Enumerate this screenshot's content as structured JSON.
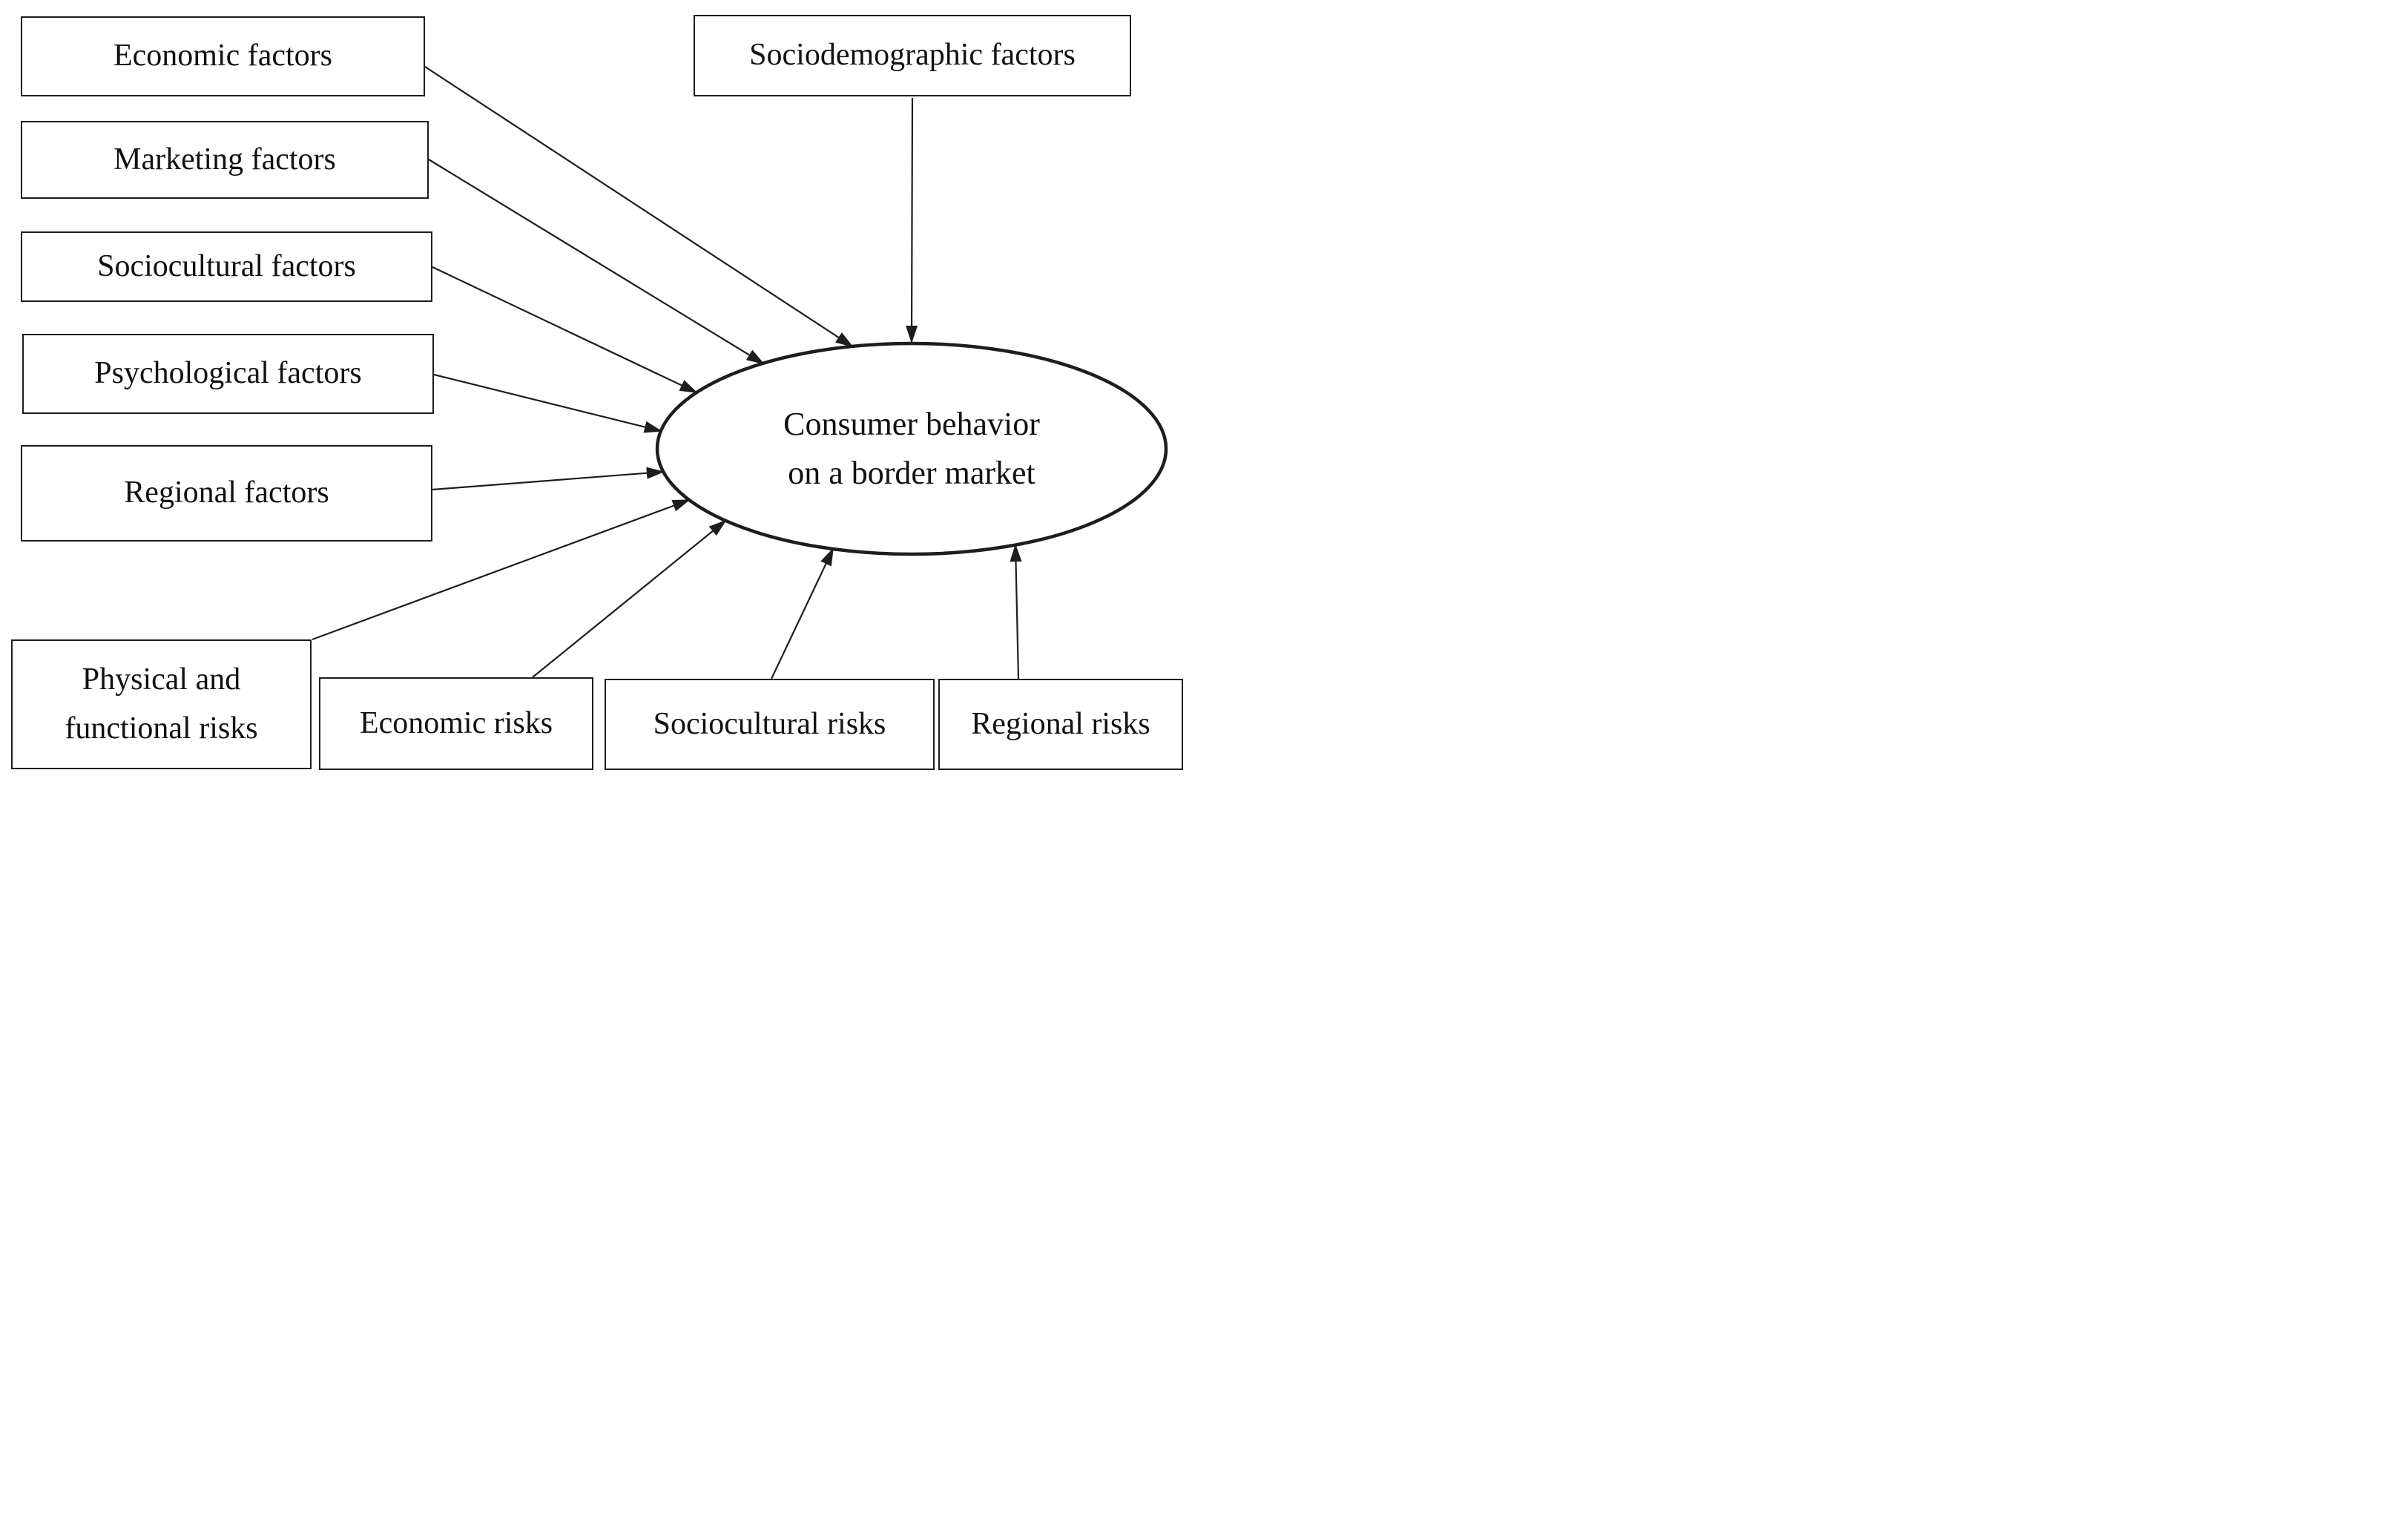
{
  "diagram": {
    "type": "cause-effect-diagram",
    "center_node": {
      "label": "Consumer behavior on a border market",
      "line1": "Consumer behavior",
      "line2": "on a border market"
    },
    "factor_nodes": {
      "economic_factors": "Economic factors",
      "marketing_factors": "Marketing factors",
      "sociocultural_factors": "Sociocultural factors",
      "psychological_factors": "Psychological factors",
      "regional_factors": "Regional factors",
      "sociodemographic_factors": "Sociodemographic factors"
    },
    "risk_nodes": {
      "physical_functional_risks": "Physical and functional risks",
      "economic_risks": "Economic risks",
      "sociocultural_risks": "Sociocultural risks",
      "regional_risks": "Regional risks"
    },
    "edges": [
      {
        "from": "Economic factors",
        "to": "Consumer behavior on a border market"
      },
      {
        "from": "Marketing factors",
        "to": "Consumer behavior on a border market"
      },
      {
        "from": "Sociocultural factors",
        "to": "Consumer behavior on a border market"
      },
      {
        "from": "Psychological factors",
        "to": "Consumer behavior on a border market"
      },
      {
        "from": "Regional factors",
        "to": "Consumer behavior on a border market"
      },
      {
        "from": "Sociodemographic factors",
        "to": "Consumer behavior on a border market"
      },
      {
        "from": "Physical and functional risks",
        "to": "Consumer behavior on a border market"
      },
      {
        "from": "Economic risks",
        "to": "Consumer behavior on a border market"
      },
      {
        "from": "Sociocultural risks",
        "to": "Consumer behavior on a border market"
      },
      {
        "from": "Regional risks",
        "to": "Consumer behavior on a border market"
      }
    ],
    "colors": {
      "stroke": "#1d1d1d",
      "background": "#ffffff",
      "text": "#111111"
    }
  }
}
